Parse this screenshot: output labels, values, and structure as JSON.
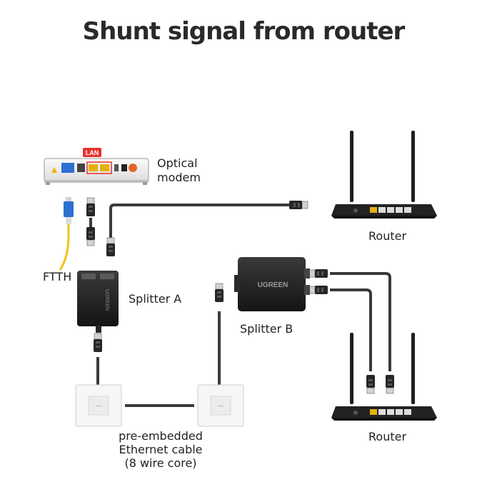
{
  "title": "Shunt signal from router",
  "modem": {
    "badge": "LAN",
    "label_line1": "Optical",
    "label_line2": "modem"
  },
  "ftth_label": "FTTH",
  "splitter_a": {
    "label": "Splitter A",
    "brand": "UGREEN"
  },
  "splitter_b": {
    "label": "Splitter B",
    "brand": "UGREEN"
  },
  "router_top_label": "Router",
  "router_bottom_label": "Router",
  "cable_caption": {
    "line1": "pre-embedded",
    "line2": "Ethernet cable",
    "line3": "(8 wire core)"
  },
  "colors": {
    "lan_badge": "#e5322d",
    "cable": "#3a3a3a",
    "device_dark": "#1f1f1f",
    "fiber": "#f2c318",
    "sc_connector": "#2d6fd1"
  },
  "icons": [
    "modem-icon",
    "router-icon",
    "splitter-icon",
    "wall-socket-icon",
    "rj45-plug-icon",
    "fiber-connector-icon"
  ]
}
